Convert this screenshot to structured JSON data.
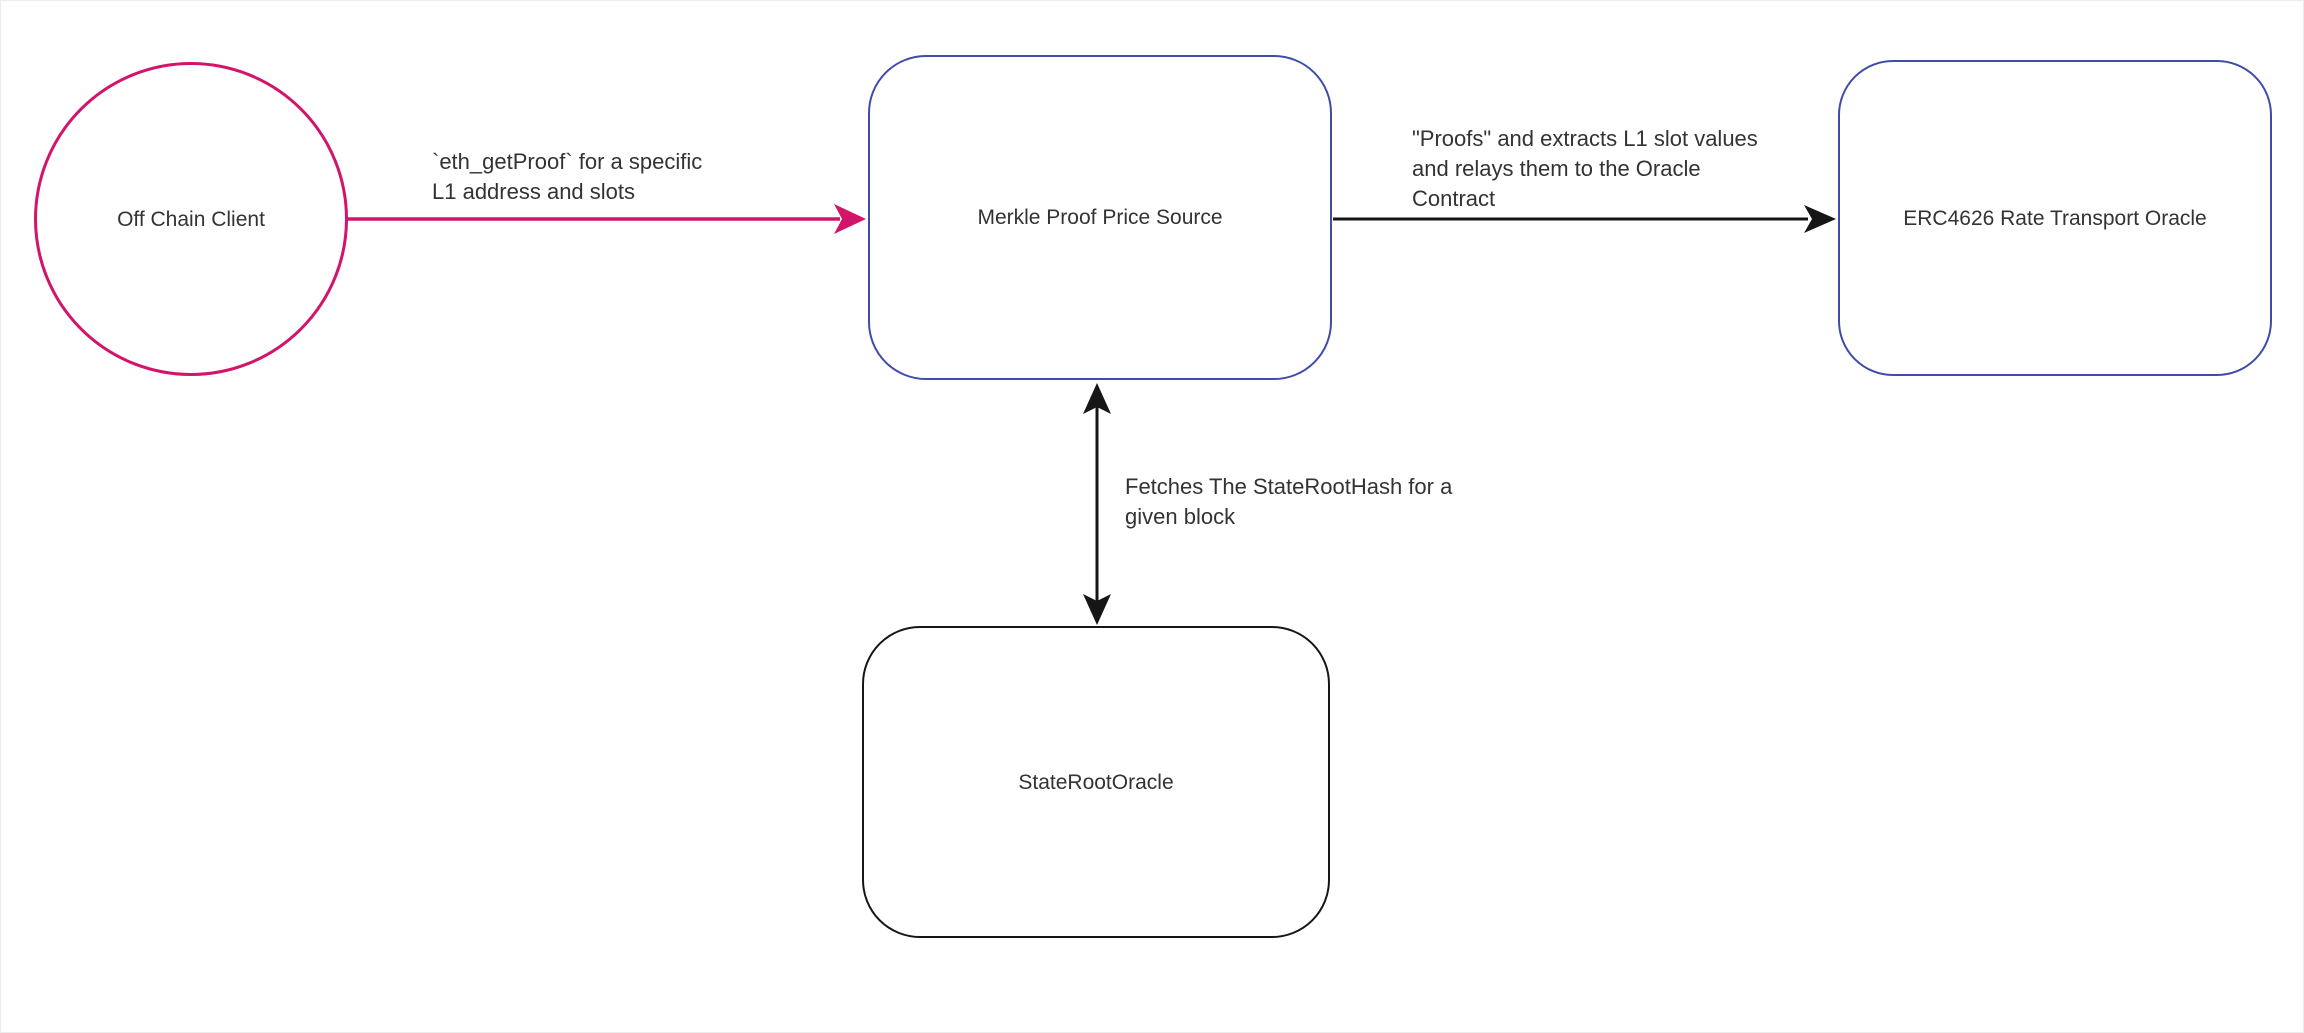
{
  "canvas": {
    "background": "#FFFFFF",
    "border_color": "#ECECEC"
  },
  "colors": {
    "pink": "#D2146B",
    "blue": "#3F4DA8",
    "black": "#161616",
    "text": "#333333"
  },
  "nodes": {
    "off_chain_client": {
      "label": "Off Chain Client",
      "shape": "circle",
      "border_color": "#D2146B"
    },
    "merkle_proof_price_source": {
      "label": "Merkle Proof Price Source",
      "shape": "rounded-rect",
      "border_color": "#3F4DA8"
    },
    "erc4626_rate_transport_oracle": {
      "label": "ERC4626 Rate Transport Oracle",
      "shape": "rounded-rect",
      "border_color": "#3F4DA8"
    },
    "state_root_oracle": {
      "label": "StateRootOracle",
      "shape": "rounded-rect",
      "border_color": "#161616"
    }
  },
  "edges": {
    "client_to_merkle": {
      "from": "Off Chain Client",
      "to": "Merkle Proof Price Source",
      "color": "#D2146B",
      "arrow": "single",
      "label_lines": [
        "`eth_getProof` for a specific",
        "L1 address and slots"
      ]
    },
    "merkle_to_oracle": {
      "from": "Merkle Proof Price Source",
      "to": "ERC4626 Rate Transport Oracle",
      "color": "#161616",
      "arrow": "single",
      "label_lines": [
        "\"Proofs\" and extracts L1 slot values",
        "and relays them to the Oracle",
        "Contract"
      ]
    },
    "merkle_to_stateroot": {
      "from": "Merkle Proof Price Source",
      "to": "StateRootOracle",
      "color": "#161616",
      "arrow": "double",
      "label_lines": [
        "Fetches The StateRootHash for a",
        "given block"
      ]
    }
  }
}
